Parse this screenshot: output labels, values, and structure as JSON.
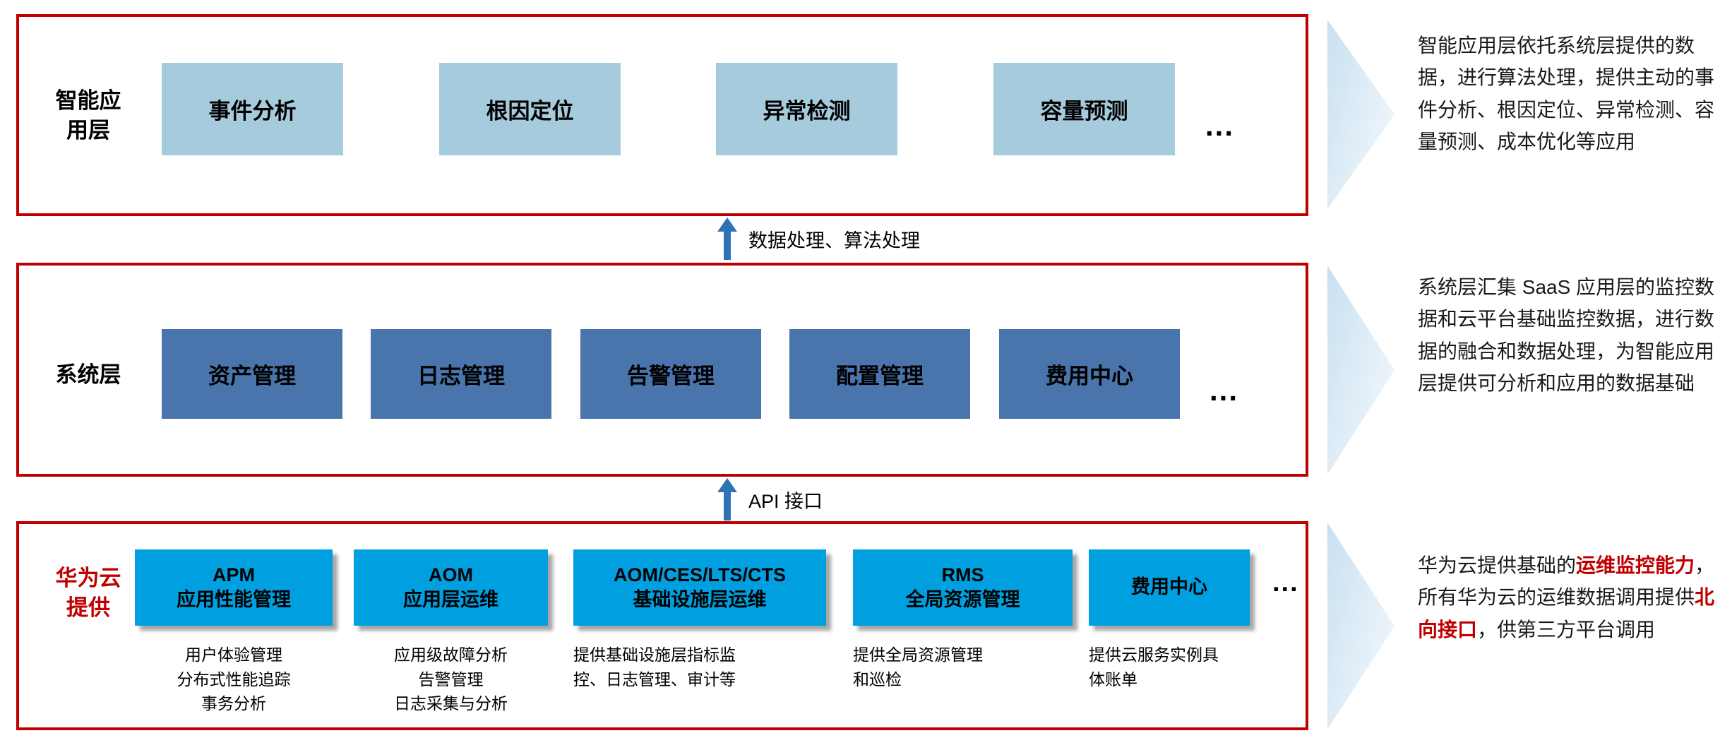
{
  "colors": {
    "border_red": "#C00000",
    "light_blue": "#A6CBDD",
    "steel_blue": "#4A74AC",
    "bright_blue": "#00A0E0",
    "arrow_blue": "#2E74B5"
  },
  "layer_app": {
    "label": "智能应\n用层",
    "boxes": [
      "事件分析",
      "根因定位",
      "异常检测",
      "容量预测"
    ],
    "more": "..."
  },
  "layer_system": {
    "label": "系统层",
    "boxes": [
      "资产管理",
      "日志管理",
      "告警管理",
      "配置管理",
      "费用中心"
    ],
    "more": "..."
  },
  "layer_huawei": {
    "label": "华为云\n提供",
    "modules": [
      {
        "title": "APM\n应用性能管理",
        "desc": "用户体验管理\n分布式性能追踪\n事务分析"
      },
      {
        "title": "AOM\n应用层运维",
        "desc": "应用级故障分析\n告警管理\n日志采集与分析"
      },
      {
        "title": "AOM/CES/LTS/CTS\n基础设施层运维",
        "desc": "提供基础设施层指标监\n控、日志管理、审计等"
      },
      {
        "title": "RMS\n全局资源管理",
        "desc": "提供全局资源管理\n和巡检"
      },
      {
        "title": "费用中心",
        "desc": "提供云服务实例具\n体账单"
      }
    ],
    "more": "..."
  },
  "arrows": {
    "data_label": "数据处理、算法处理",
    "api_label": "API 接口"
  },
  "notes": {
    "app": "智能应用层依托系统层提供的数据，进行算法处理，提供主动的事件分析、根因定位、异常检测、容量预测、成本优化等应用",
    "system": "系统层汇集 SaaS 应用层的监控数据和云平台基础监控数据，进行数据的融合和数据处理，为智能应用层提供可分析和应用的数据基础",
    "huawei_segments": [
      {
        "text": "华为云提供基础的",
        "highlight": false
      },
      {
        "text": "运维监控能力",
        "highlight": true
      },
      {
        "text": "，所有华为云的运维数据调用提供",
        "highlight": false
      },
      {
        "text": "北向接口",
        "highlight": true
      },
      {
        "text": "，供第三方平台调用",
        "highlight": false
      }
    ]
  }
}
